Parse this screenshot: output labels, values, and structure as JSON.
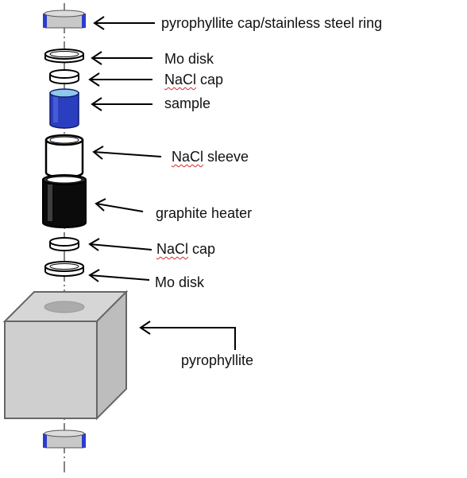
{
  "labels": {
    "top_cap": "pyrophyllite cap/stainless steel ring",
    "mo_disk_top": "Mo disk",
    "nacl_cap_top_word": "NaCl",
    "nacl_cap_top_rest": " cap",
    "sample": "sample",
    "nacl_sleeve_word": "NaCl",
    "nacl_sleeve_rest": " sleeve",
    "graphite_heater": "graphite heater",
    "nacl_cap_bottom_word": "NaCl",
    "nacl_cap_bottom_rest": " cap",
    "mo_disk_bottom": "Mo disk",
    "pyrophyllite": "pyrophyllite"
  },
  "colors": {
    "sample_blue": "#2a3fc0",
    "sample_top": "#8ec8ea",
    "ring_blue": "#2c3ccf",
    "pyrophyllite_gray": "#cfcfcf",
    "graphite": "#0b0b0b",
    "spellcheck_red": "#d42a2a"
  }
}
